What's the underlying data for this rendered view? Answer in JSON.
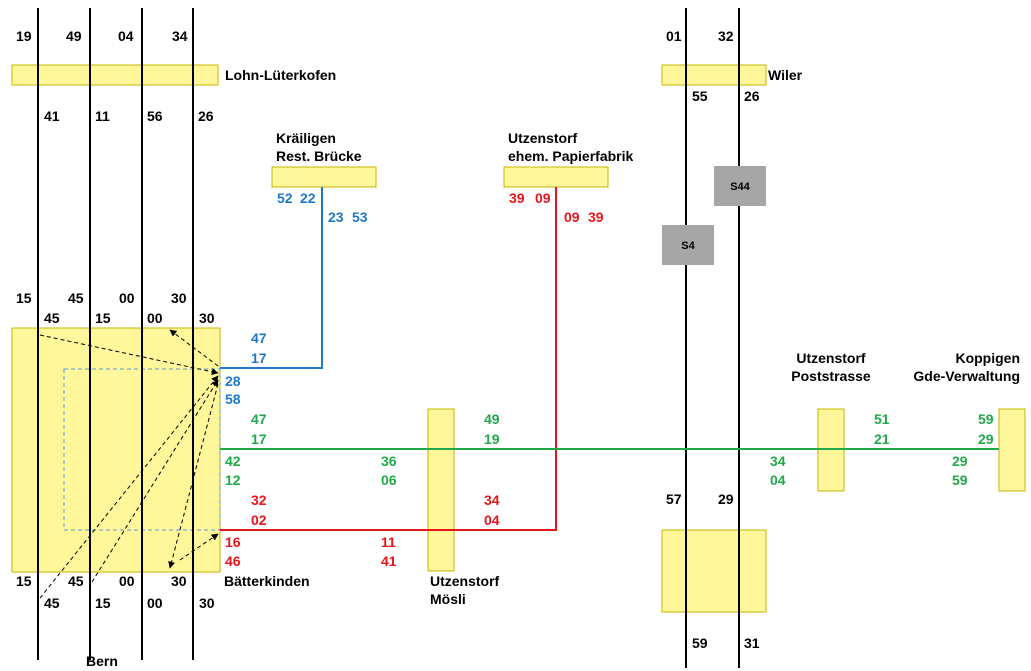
{
  "colors": {
    "platform_fill": "#fff799",
    "platform_stroke": "#c8b400",
    "blue": "#1f78c8",
    "red": "#e8141c",
    "green": "#20a84a",
    "badge_fill": "#a6a6a6",
    "dashed_box": "#5b9bd5"
  },
  "stops": {
    "lohn": "Lohn-Lüterkofen",
    "wiler": "Wiler",
    "kraeiligen_1": "Kräiligen",
    "kraeiligen_2": "Rest. Brücke",
    "papierfabrik_1": "Utzenstorf",
    "papierfabrik_2": "ehem. Papierfabrik",
    "poststrasse_1": "Utzenstorf",
    "poststrasse_2": "Poststrasse",
    "koppigen_1": "Koppigen",
    "koppigen_2": "Gde-Verwaltung",
    "baetterkinden": "Bätterkinden",
    "moesli_1": "Utzenstorf",
    "moesli_2": "Mösli",
    "bern": "Bern"
  },
  "badges": {
    "s44": "S44",
    "s4": "S4"
  },
  "rail_times": {
    "lohn_top": [
      "19",
      "49",
      "04",
      "34"
    ],
    "lohn_bottom": [
      "41",
      "11",
      "56",
      "26"
    ],
    "wiler_top": [
      "01",
      "32"
    ],
    "wiler_bottom": [
      "55",
      "26"
    ],
    "baet_upper_a": [
      "15",
      "45",
      "00",
      "30"
    ],
    "baet_upper_b": [
      "45",
      "15",
      "00",
      "30"
    ],
    "baet_lower_a": [
      "15",
      "45",
      "00",
      "30"
    ],
    "baet_lower_b": [
      "45",
      "15",
      "00",
      "30"
    ],
    "south_top": [
      "57",
      "29"
    ],
    "south_bottom": [
      "59",
      "31"
    ]
  },
  "blue_times": {
    "kraeiligen_left": "52",
    "kraeiligen_right": "22",
    "kraeiligen_dep_a": "23",
    "kraeiligen_dep_b": "53",
    "baet_a": "47",
    "baet_b": "17",
    "baet_c": "28",
    "baet_d": "58"
  },
  "red_times": {
    "papier_left": "39",
    "papier_right": "09",
    "papier_dep_a": "09",
    "papier_dep_b": "39",
    "baet_a": "32",
    "baet_b": "02",
    "baet_c": "16",
    "baet_d": "46",
    "moesli_a": "11",
    "moesli_b": "41",
    "moesli_c": "34",
    "moesli_d": "04"
  },
  "green_times": {
    "baet_a": "47",
    "baet_b": "17",
    "baet_c": "42",
    "baet_d": "12",
    "moesli_in_a": "36",
    "moesli_in_b": "06",
    "moesli_out_a": "49",
    "moesli_out_b": "19",
    "post_in_a": "34",
    "post_in_b": "04",
    "post_out_a": "51",
    "post_out_b": "21",
    "kopp_in_a": "59",
    "kopp_in_b": "29",
    "kopp_out_a": "29",
    "kopp_out_b": "59"
  }
}
